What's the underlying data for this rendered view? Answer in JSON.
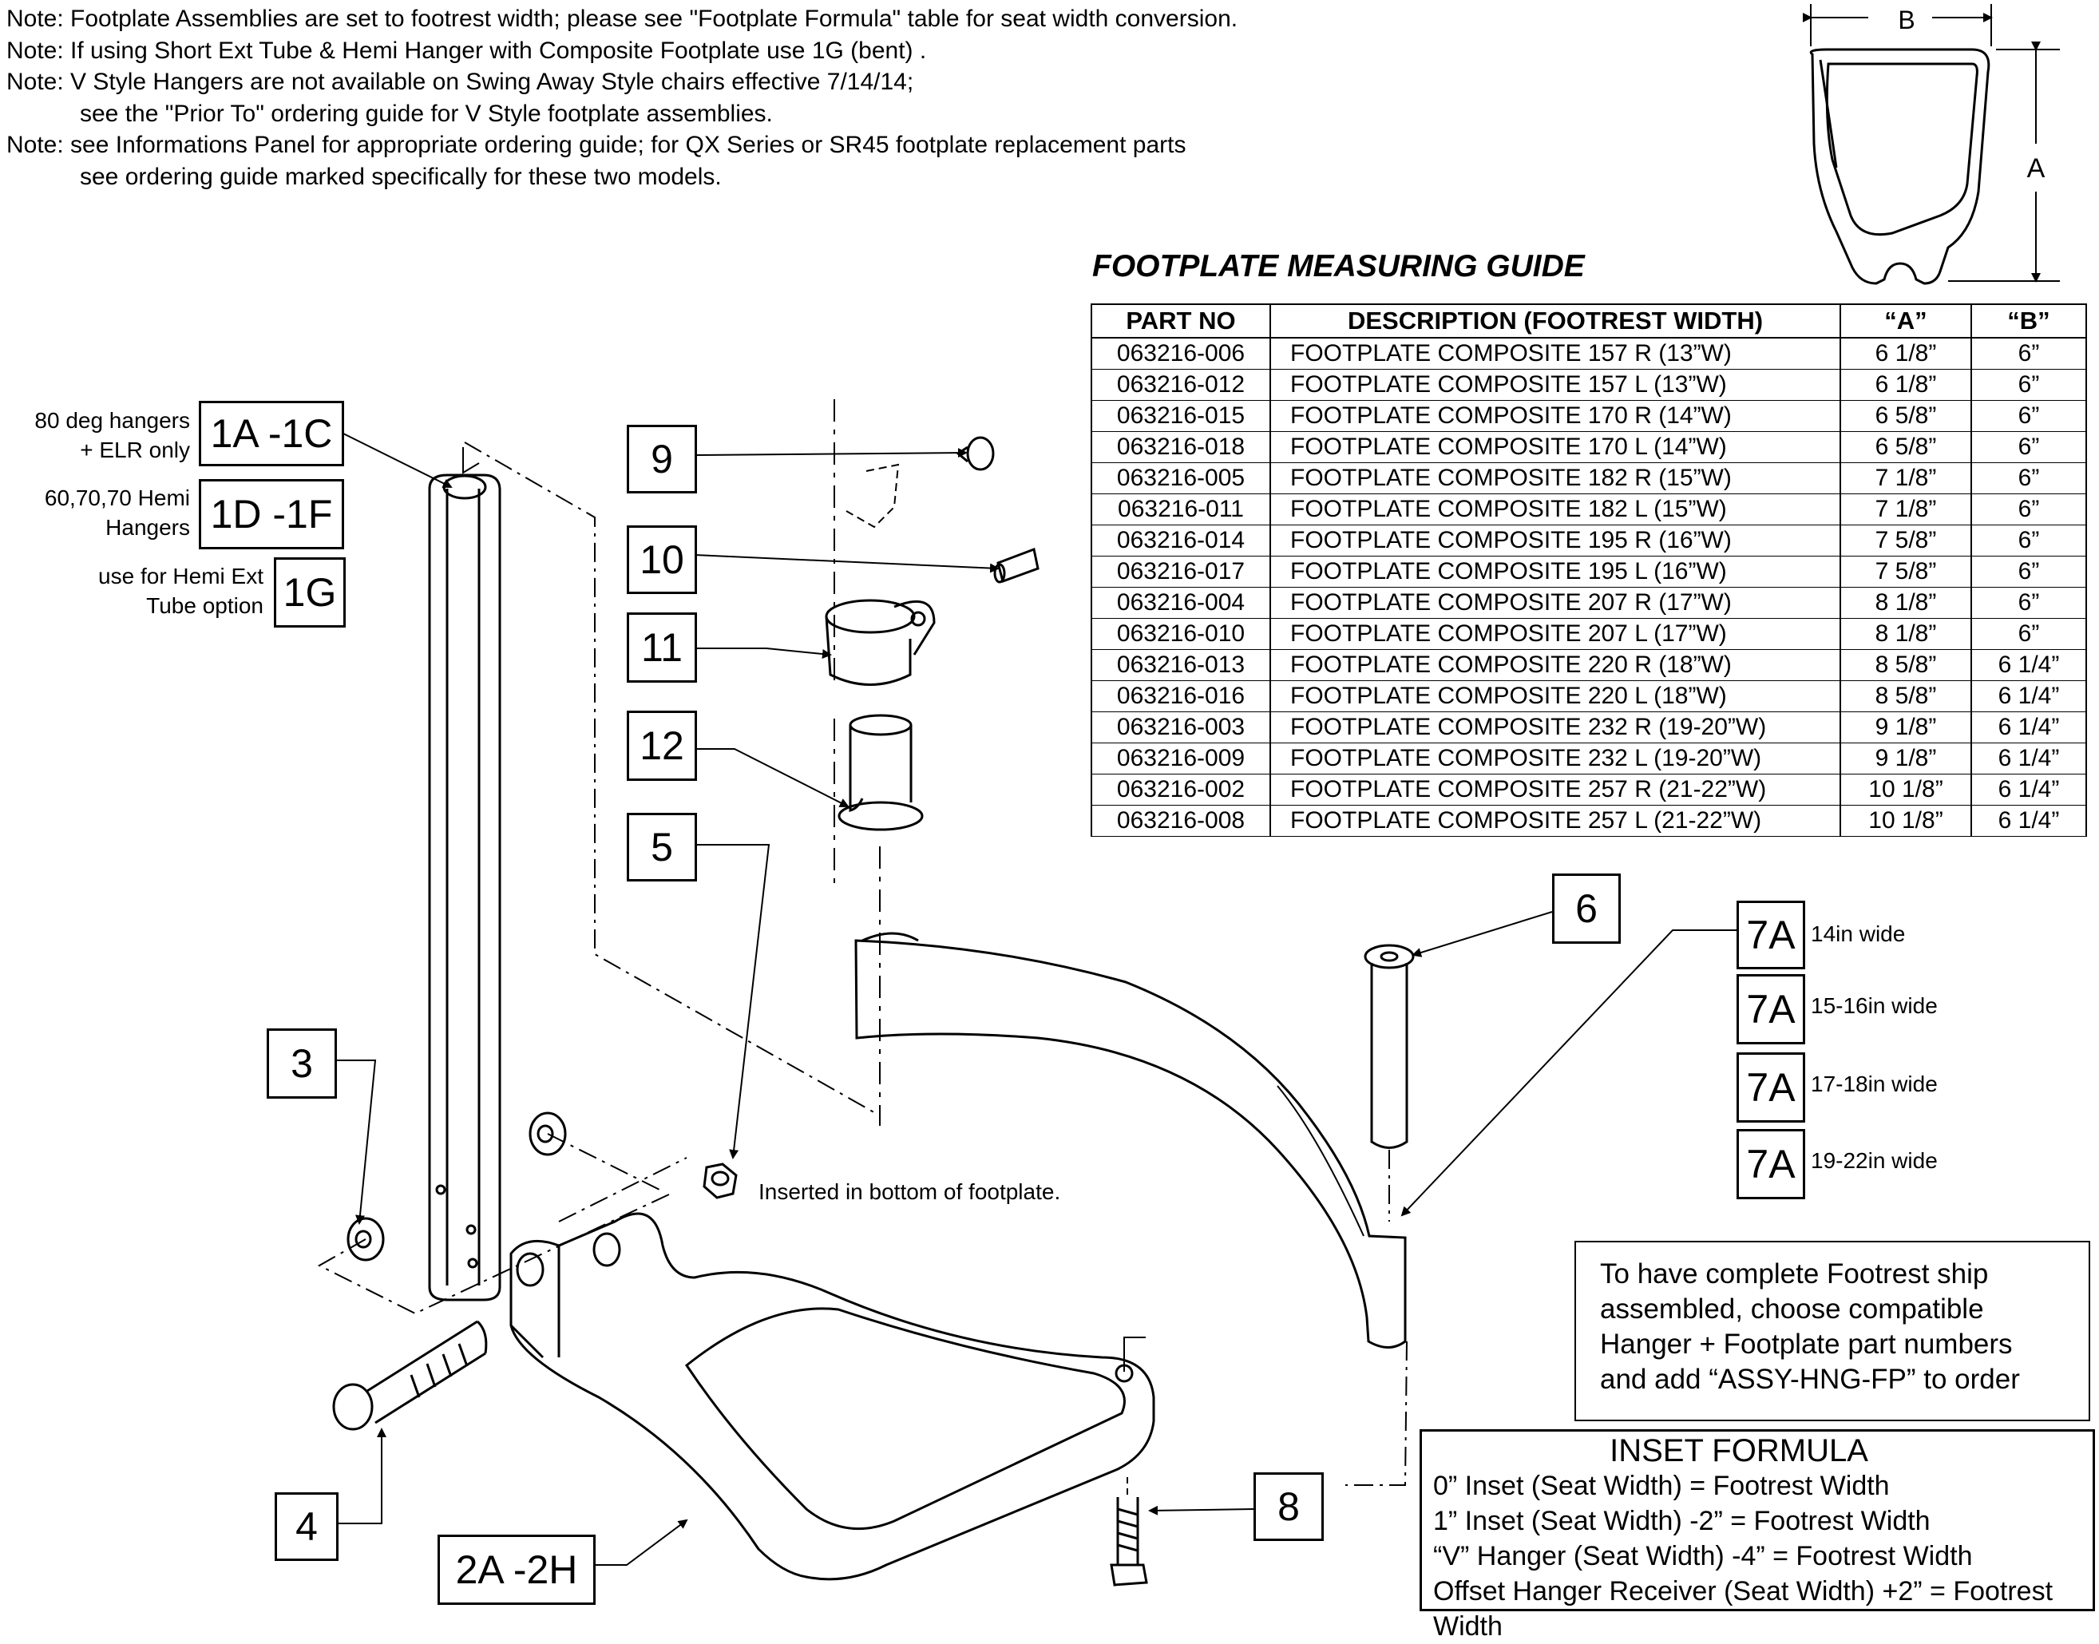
{
  "notes": [
    "Note: Footplate Assemblies are set to footrest width; please see \"Footplate Formula\" table for seat width conversion.",
    "Note: If using Short Ext Tube & Hemi Hanger with Composite Footplate use 1G (bent) .",
    "Note: V Style Hangers are not available on Swing Away Style chairs effective 7/14/14;",
    "see the \"Prior To\" ordering guide for V Style footplate assemblies.",
    "Note: see Informations Panel for appropriate ordering guide; for QX Series or SR45 footplate replacement parts",
    "see ordering guide marked specifically for these two models."
  ],
  "guide_title": "FOOTPLATE MEASURING GUIDE",
  "table": {
    "headers": [
      "PART NO",
      "DESCRIPTION (FOOTREST WIDTH)",
      "“A”",
      "“B”"
    ],
    "rows": [
      [
        "063216-006",
        "FOOTPLATE COMPOSITE 157 R (13”W)",
        "6 1/8”",
        "6”"
      ],
      [
        "063216-012",
        "FOOTPLATE COMPOSITE 157 L (13”W)",
        "6 1/8”",
        "6”"
      ],
      [
        "063216-015",
        "FOOTPLATE COMPOSITE 170 R (14”W)",
        "6 5/8”",
        "6”"
      ],
      [
        "063216-018",
        "FOOTPLATE COMPOSITE 170 L  (14”W)",
        "6 5/8”",
        "6”"
      ],
      [
        "063216-005",
        "FOOTPLATE COMPOSITE 182 R (15”W)",
        "7 1/8”",
        "6”"
      ],
      [
        "063216-011",
        "FOOTPLATE COMPOSITE 182 L (15”W)",
        "7 1/8”",
        "6”"
      ],
      [
        "063216-014",
        "FOOTPLATE COMPOSITE 195 R (16”W)",
        "7 5/8”",
        "6”"
      ],
      [
        "063216-017",
        "FOOTPLATE COMPOSITE 195 L (16”W)",
        "7 5/8”",
        "6”"
      ],
      [
        "063216-004",
        "FOOTPLATE COMPOSITE 207 R (17”W)",
        "8 1/8”",
        "6”"
      ],
      [
        "063216-010",
        "FOOTPLATE COMPOSITE 207 L (17”W)",
        "8 1/8”",
        "6”"
      ],
      [
        "063216-013",
        "FOOTPLATE COMPOSITE 220 R (18”W)",
        "8 5/8”",
        "6 1/4”"
      ],
      [
        "063216-016",
        "FOOTPLATE COMPOSITE 220 L (18”W)",
        "8 5/8”",
        "6 1/4”"
      ],
      [
        "063216-003",
        "FOOTPLATE COMPOSITE 232 R (19-20”W)",
        "9 1/8”",
        "6 1/4”"
      ],
      [
        "063216-009",
        "FOOTPLATE COMPOSITE 232 L (19-20”W)",
        "9 1/8”",
        "6 1/4”"
      ],
      [
        "063216-002",
        "FOOTPLATE COMPOSITE 257 R (21-22”W)",
        "10 1/8”",
        "6 1/4”"
      ],
      [
        "063216-008",
        "FOOTPLATE COMPOSITE 257 L (21-22”W)",
        "10 1/8”",
        "6 1/4”"
      ]
    ]
  },
  "dim_labels": {
    "a": "A",
    "b": "B"
  },
  "callouts": {
    "c1a": "1A -1C",
    "c1d": "1D -1F",
    "c1g": "1G",
    "c9": "9",
    "c10": "10",
    "c11": "11",
    "c12": "12",
    "c5": "5",
    "c3": "3",
    "c4": "4",
    "c2a": "2A -2H",
    "c6": "6",
    "c8": "8",
    "c7a_1": "7A",
    "c7a_2": "7A",
    "c7a_3": "7A",
    "c7a_4": "7A"
  },
  "callout_labels": {
    "l1a_1": "80 deg hangers",
    "l1a_2": "+ ELR only",
    "l1d_1": "60,70,70 Hemi",
    "l1d_2": "Hangers",
    "l1g_1": "use for Hemi Ext",
    "l1g_2": "Tube option",
    "inserted": "Inserted in bottom of footplate."
  },
  "sizes": [
    "14in wide",
    "15-16in wide",
    "17-18in wide",
    "19-22in wide"
  ],
  "info": [
    "To have complete Footrest ship",
    "assembled, choose compatible",
    "Hanger + Footplate part numbers",
    "and add “ASSY-HNG-FP” to order"
  ],
  "inset_formula": {
    "title": "INSET FORMULA",
    "lines": [
      "0” Inset (Seat Width) = Footrest Width",
      "1” Inset (Seat Width) -2” = Footrest Width",
      "“V” Hanger (Seat Width) -4” = Footrest Width",
      "Offset Hanger Receiver (Seat Width) +2” = Footrest Width"
    ]
  }
}
